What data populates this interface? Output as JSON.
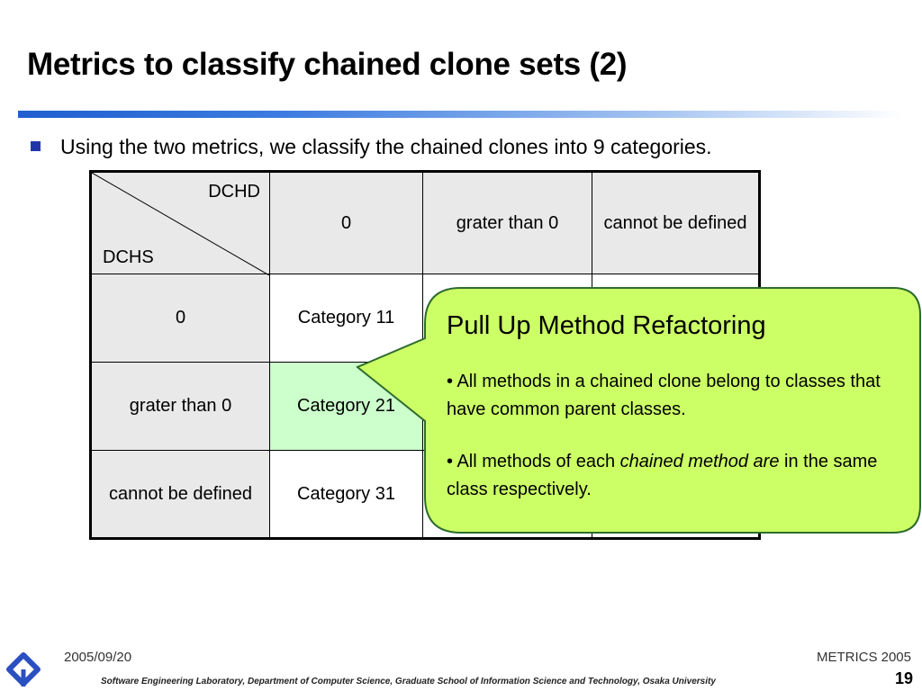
{
  "slide": {
    "title": "Metrics to classify chained clone sets (2)",
    "bullet": "Using the two metrics, we classify the chained clones into 9 categories."
  },
  "table": {
    "corner_col_label": "DCHD",
    "corner_row_label": "DCHS",
    "col_headers": [
      "0",
      "grater than 0",
      "cannot be defined"
    ],
    "rows": [
      {
        "header": "0",
        "cells": [
          "Category 11",
          "",
          ""
        ]
      },
      {
        "header": "grater than 0",
        "cells": [
          "Category 21",
          "",
          ""
        ]
      },
      {
        "header": "cannot be defined",
        "cells": [
          "Category 31",
          "",
          ""
        ]
      }
    ],
    "highlight_color": "#ccffcc",
    "header_bg": "#e9e9e9"
  },
  "callout": {
    "title": "Pull Up Method Refactoring",
    "para1": "• All methods in a chained clone belong to classes that have common parent classes.",
    "para2_prefix": "• All methods of each ",
    "para2_italic": "chained method are",
    "para2_suffix": " in the same class respectively.",
    "fill_color": "#ccff66",
    "border_color": "#2e6b2e"
  },
  "footer": {
    "date": "2005/09/20",
    "conference": "METRICS 2005",
    "affiliation": "Software Engineering Laboratory,  Department of Computer Science,  Graduate School of Information Science and Technology,  Osaka University",
    "page_number": "19",
    "logo_icon": "osaka-university-logo-icon"
  },
  "colors": {
    "title_rule": "#1f5fcf",
    "bullet": "#2036a8",
    "logo": "#2a4fc0"
  }
}
